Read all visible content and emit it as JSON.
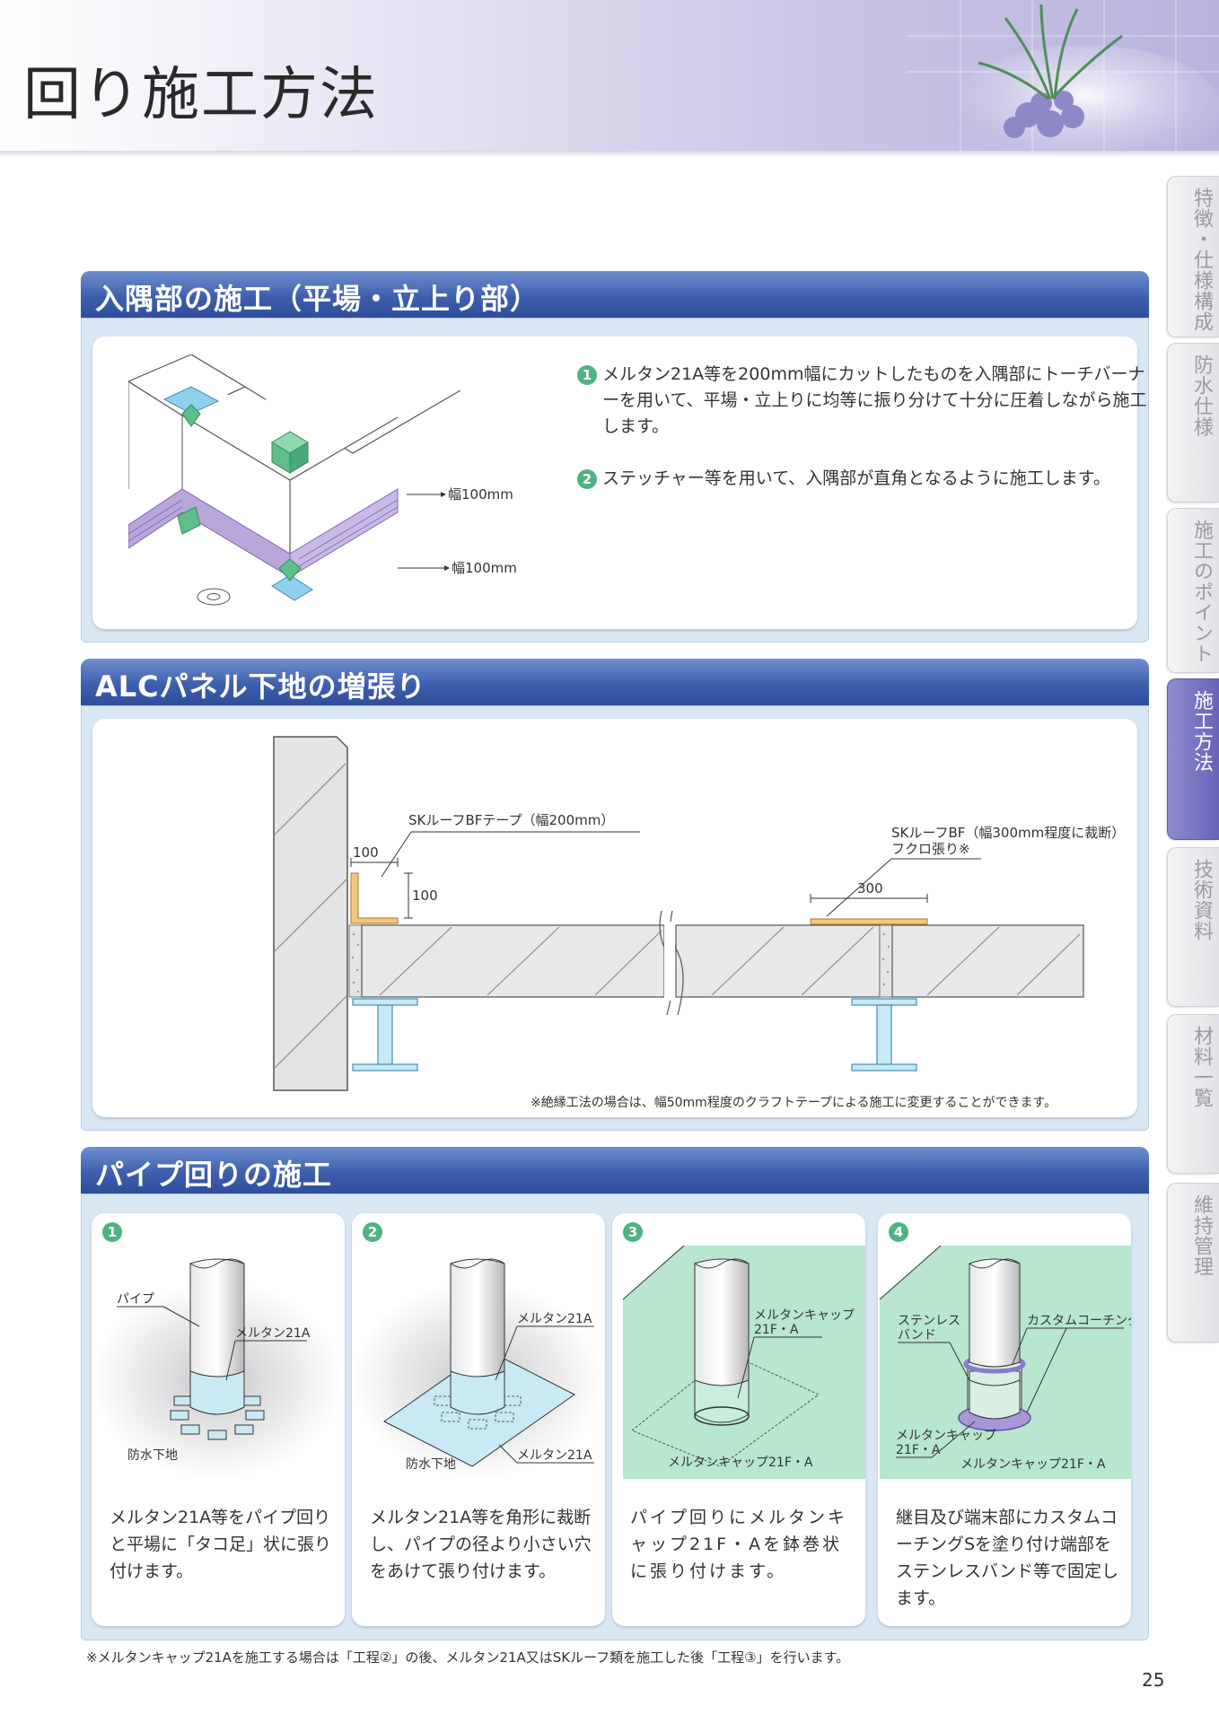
{
  "page_title": "回り施工方法",
  "side_tabs": [
    {
      "label": "特徴・仕様構成",
      "active": false
    },
    {
      "label": "防水仕様",
      "active": false
    },
    {
      "label": "施工のポイント",
      "active": false
    },
    {
      "label": "施工方法",
      "active": true
    },
    {
      "label": "技術資料",
      "active": false
    },
    {
      "label": "材料一覧",
      "active": false
    },
    {
      "label": "維持管理",
      "active": false
    }
  ],
  "section1": {
    "title": "入隅部の施工（平場・立上り部）",
    "label_width_a": "幅100mm",
    "label_width_b": "幅100mm",
    "step1_num": "1",
    "step1": "メルタン21A等を200mm幅にカットしたものを入隅部にトーチバーナーを用いて、平場・立上りに均等に振り分けて十分に圧着しながら施工します。",
    "step2_num": "2",
    "step2": "ステッチャー等を用いて、入隅部が直角となるように施工します。"
  },
  "section2": {
    "title": "ALCパネル下地の増張り",
    "label_tape": "SKルーフBFテープ（幅200mm）",
    "label_bf_line1": "SKルーフBF（幅300mm程度に裁断）",
    "label_bf_line2": "フクロ張り※",
    "dim_100_h": "100",
    "dim_100_v": "100",
    "dim_300": "300",
    "note": "※絶縁工法の場合は、幅50mm程度のクラフトテープによる施工に変更することができます。"
  },
  "section3": {
    "title": "パイプ回りの施工",
    "cards": [
      {
        "num": "1",
        "labels": {
          "pipe": "パイプ",
          "material": "メルタン21A",
          "base": "防水下地"
        },
        "text": "メルタン21A等をパイプ回りと平場に「タコ足」状に張り付けます。"
      },
      {
        "num": "2",
        "labels": {
          "material_top": "メルタン21A",
          "base": "防水下地",
          "material_bottom": "メルタン21A"
        },
        "text": "メルタン21A等を角形に裁断し、パイプの径より小さい穴をあけて張り付けます。"
      },
      {
        "num": "3",
        "labels": {
          "cap_line1": "メルタンキャップ",
          "cap_line2": "21F・A",
          "bottom": "メルタンキャップ21F・A"
        },
        "text": "パイプ回りにメルタンキャップ21F・Aを鉢巻状に張り付けます。"
      },
      {
        "num": "4",
        "labels": {
          "band_line1": "ステンレス",
          "band_line2": "バンド",
          "coating": "カスタムコーチングS",
          "cap_line1": "メルタンキャップ",
          "cap_line2": "21F・A",
          "bottom": "メルタンキャップ21F・A"
        },
        "text": "継目及び端末部にカスタムコーチングSを塗り付け端部をステンレスバンド等で固定します。"
      }
    ]
  },
  "footnote": "※メルタンキャップ21Aを施工する場合は「工程②」の後、メルタン21A又はSKルーフ類を施工した後「工程③」を行います。",
  "page_number": "25"
}
